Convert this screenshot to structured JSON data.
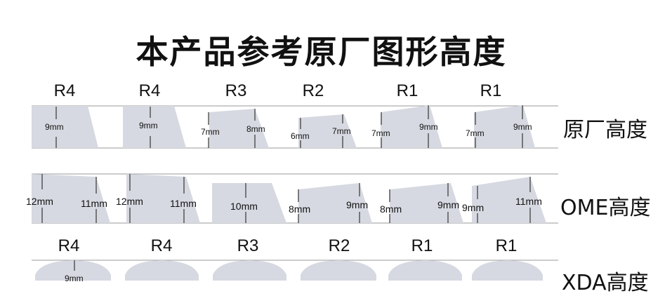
{
  "title": "本产品参考原厂图形高度",
  "row_caps_top": [
    "R4",
    "R4",
    "R3",
    "R2",
    "R1",
    "R1"
  ],
  "row_caps_bottom": [
    "R4",
    "R4",
    "R3",
    "R2",
    "R1",
    "R1"
  ],
  "rows": [
    {
      "label": "原厂高度",
      "keys": [
        {
          "front": "9mm",
          "back": ""
        },
        {
          "front": "9mm",
          "back": ""
        },
        {
          "front": "7mm",
          "back": "8mm"
        },
        {
          "front": "6mm",
          "back": "7mm"
        },
        {
          "front": "7mm",
          "back": "9mm"
        },
        {
          "front": "7mm",
          "back": "9mm"
        }
      ]
    },
    {
      "label": "OME高度",
      "keys": [
        {
          "front": "12mm",
          "back": "11mm"
        },
        {
          "front": "12mm",
          "back": "11mm"
        },
        {
          "front": "10mm",
          "back": ""
        },
        {
          "front": "8mm",
          "back": "9mm"
        },
        {
          "front": "8mm",
          "back": "9mm"
        },
        {
          "front": "9mm",
          "back": "11mm"
        }
      ]
    },
    {
      "label": "XDA高度",
      "keys": [
        {
          "front": "9mm",
          "back": ""
        }
      ]
    }
  ],
  "colors": {
    "key_fill": "#d6d9e1",
    "line": "#555555"
  }
}
